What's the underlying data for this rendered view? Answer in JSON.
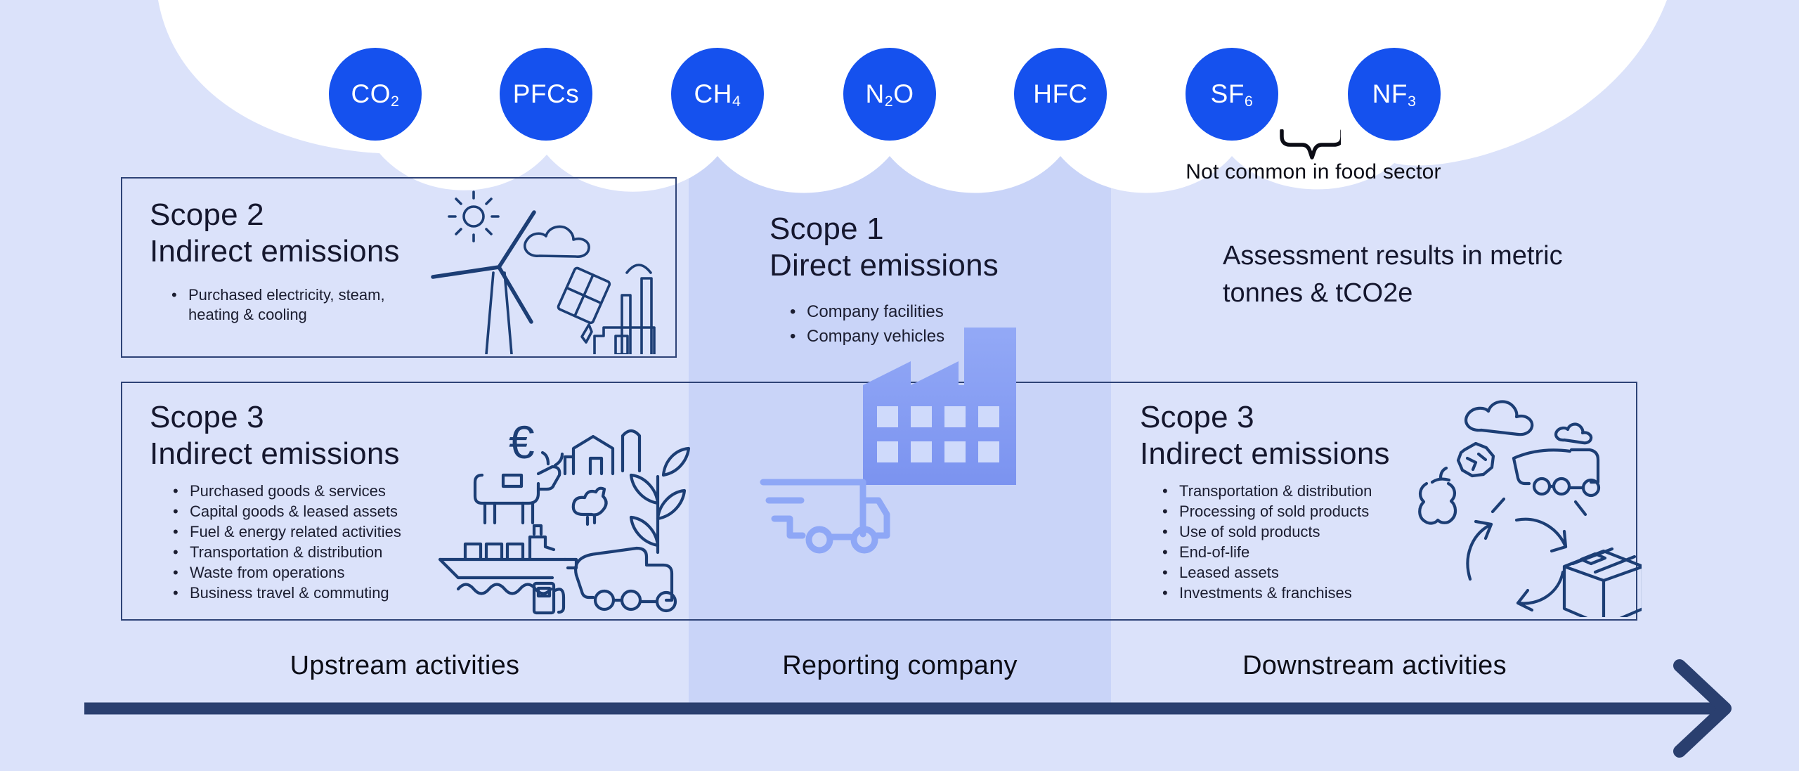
{
  "colors": {
    "background": "#dbe2fa",
    "band": "#c9d4f8",
    "cloud": "#ffffff",
    "gas_circle": "#1551ee",
    "gas_text": "#ffffff",
    "heading": "#15172e",
    "body": "#1b1d30",
    "note": "#0c0d16",
    "outline": "#1c3e75",
    "border": "#2e4377",
    "factory_top": "#93a9f6",
    "factory_bottom": "#7b93f0",
    "window": "#cfdafb",
    "truck_light": "#8ea7f6",
    "arrow": "#2a3f6f"
  },
  "gases": [
    {
      "pre": "CO",
      "sub": "2",
      "post": ""
    },
    {
      "pre": "PFCs",
      "sub": "",
      "post": ""
    },
    {
      "pre": "CH",
      "sub": "4",
      "post": ""
    },
    {
      "pre": "N",
      "sub": "2",
      "post": "O"
    },
    {
      "pre": "HFC",
      "sub": "",
      "post": ""
    },
    {
      "pre": "SF",
      "sub": "6",
      "post": ""
    },
    {
      "pre": "NF",
      "sub": "3",
      "post": ""
    }
  ],
  "note": {
    "text": "Not common in food sector"
  },
  "assessment": {
    "text": "Assessment results in metric tonnes & tCO2e"
  },
  "scope2": {
    "title": "Scope 2",
    "subtitle": "Indirect emissions",
    "bullets": [
      "Purchased electricity, steam, heating & cooling"
    ],
    "icons": [
      "sun-icon",
      "wind-turbine-icon",
      "cloud-icon",
      "solar-panel-icon",
      "factory-building-icon"
    ]
  },
  "scope1": {
    "title": "Scope 1",
    "subtitle": "Direct emissions",
    "bullets": [
      "Company facilities",
      "Company vehicles"
    ],
    "icons": [
      "factory-icon",
      "delivery-truck-icon"
    ]
  },
  "scope3_left": {
    "title": "Scope 3",
    "subtitle": "Indirect emissions",
    "euro_symbol": "€",
    "bullets": [
      "Purchased goods & services",
      "Capital goods & leased assets",
      "Fuel & energy related activities",
      "Transportation & distribution",
      "Waste from operations",
      "Business travel & commuting"
    ],
    "icons": [
      "euro-icon",
      "farm-icon",
      "cow-icon",
      "chicken-icon",
      "plant-icon",
      "cargo-ship-icon",
      "fuel-pump-icon",
      "truck-icon"
    ]
  },
  "scope3_right": {
    "title": "Scope 3",
    "subtitle": "Indirect emissions",
    "bullets": [
      "Transportation & distribution",
      "Processing of sold products",
      "Use of sold products",
      "End-of-life",
      "Leased assets",
      "Investments & franchises"
    ],
    "icons": [
      "cloud-icon",
      "small-cloud-icon",
      "crumpled-waste-icon",
      "apple-core-icon",
      "truck-icon",
      "recycling-arrows-icon",
      "cardboard-box-icon"
    ]
  },
  "lanes": {
    "upstream": "Upstream activities",
    "reporting": "Reporting company",
    "downstream": "Downstream activities"
  }
}
